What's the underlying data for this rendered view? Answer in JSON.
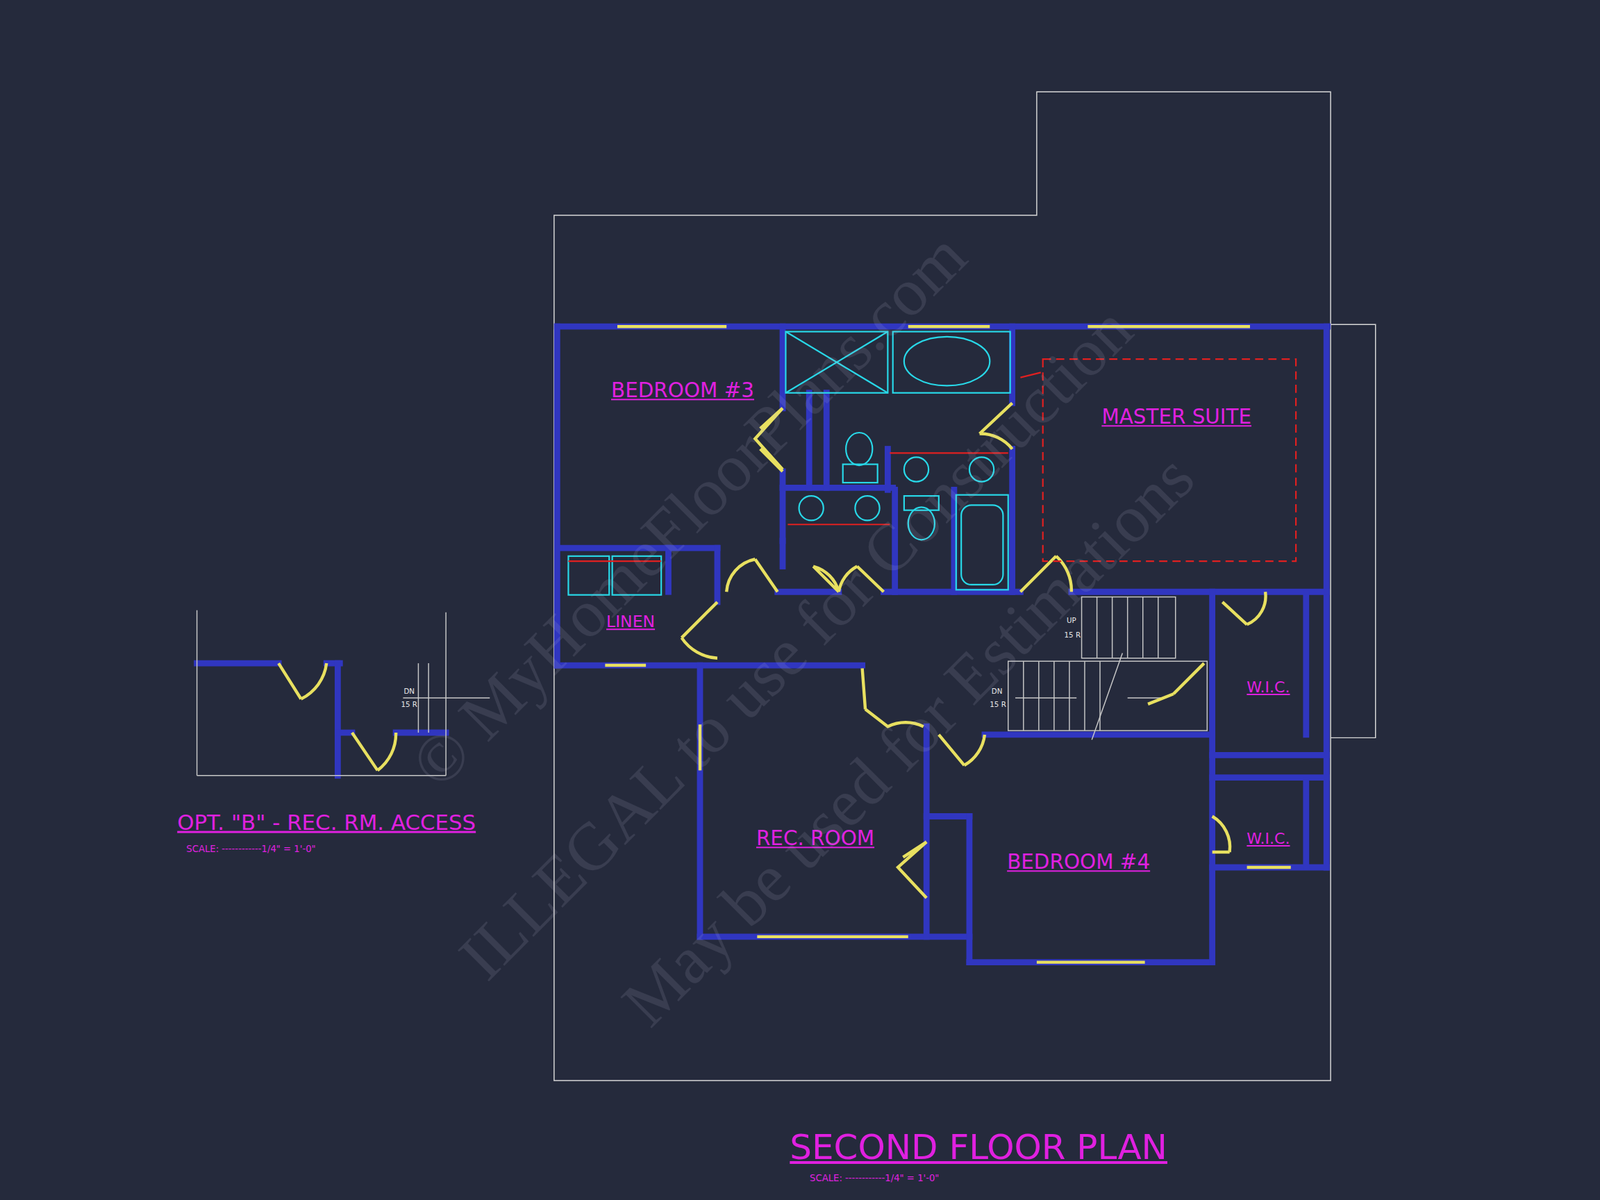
{
  "diagram": {
    "title": "SECOND FLOOR PLAN",
    "labels": [
      "BEDROOM #3",
      "MASTER SUITE",
      "LINEN",
      "W.I.C.",
      "W.I.C.",
      "REC. ROOM",
      "BEDROOM #4",
      "UP",
      "15 R",
      "DN",
      "15 R",
      "DN",
      "15 R",
      "OPT. \"B\" - REC. RM. ACCESS",
      "SCALE: ------------1/4\" = 1'-0\"",
      "SCALE: ------------1/4\" = 1'-0\"",
      "© MyHomeFloorPlans.com",
      "ILLEGAL to use for Construction",
      "May be used for Estimations"
    ]
  }
}
